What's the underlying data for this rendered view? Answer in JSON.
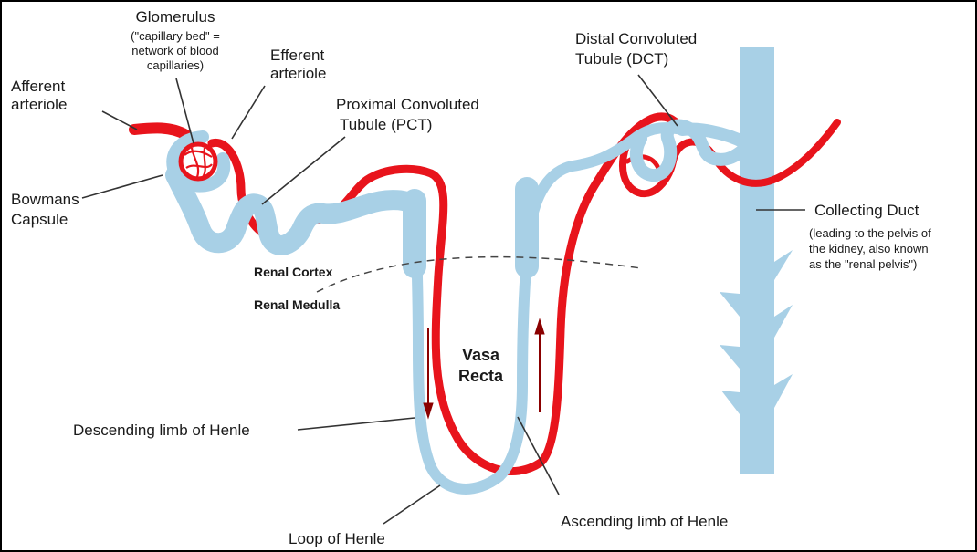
{
  "colors": {
    "tubule": "#a8d0e6",
    "vessel": "#e8141c",
    "arrow": "#8b0000",
    "text": "#1a1a1a",
    "frame": "#000000"
  },
  "labels": {
    "glomerulus": "Glomerulus",
    "glomerulus_note_1": "(\"capillary bed\" =",
    "glomerulus_note_2": "network of blood",
    "glomerulus_note_3": "capillaries)",
    "efferent_1": "Efferent",
    "efferent_2": "arteriole",
    "afferent_1": "Afferent",
    "afferent_2": "arteriole",
    "pct_1": "Proximal Convoluted",
    "pct_2": "Tubule (PCT)",
    "dct_1": "Distal Convoluted",
    "dct_2": "Tubule (DCT)",
    "bowmans_1": "Bowmans",
    "bowmans_2": "Capsule",
    "collecting_duct": "Collecting Duct",
    "collecting_note_1": "(leading to the pelvis of",
    "collecting_note_2": "the kidney, also known",
    "collecting_note_3": "as the \"renal pelvis\")",
    "renal_cortex": "Renal Cortex",
    "renal_medulla": "Renal Medulla",
    "vasa_1": "Vasa",
    "vasa_2": "Recta",
    "descending": "Descending limb of Henle",
    "ascending": "Ascending limb of Henle",
    "loop": "Loop of Henle"
  }
}
